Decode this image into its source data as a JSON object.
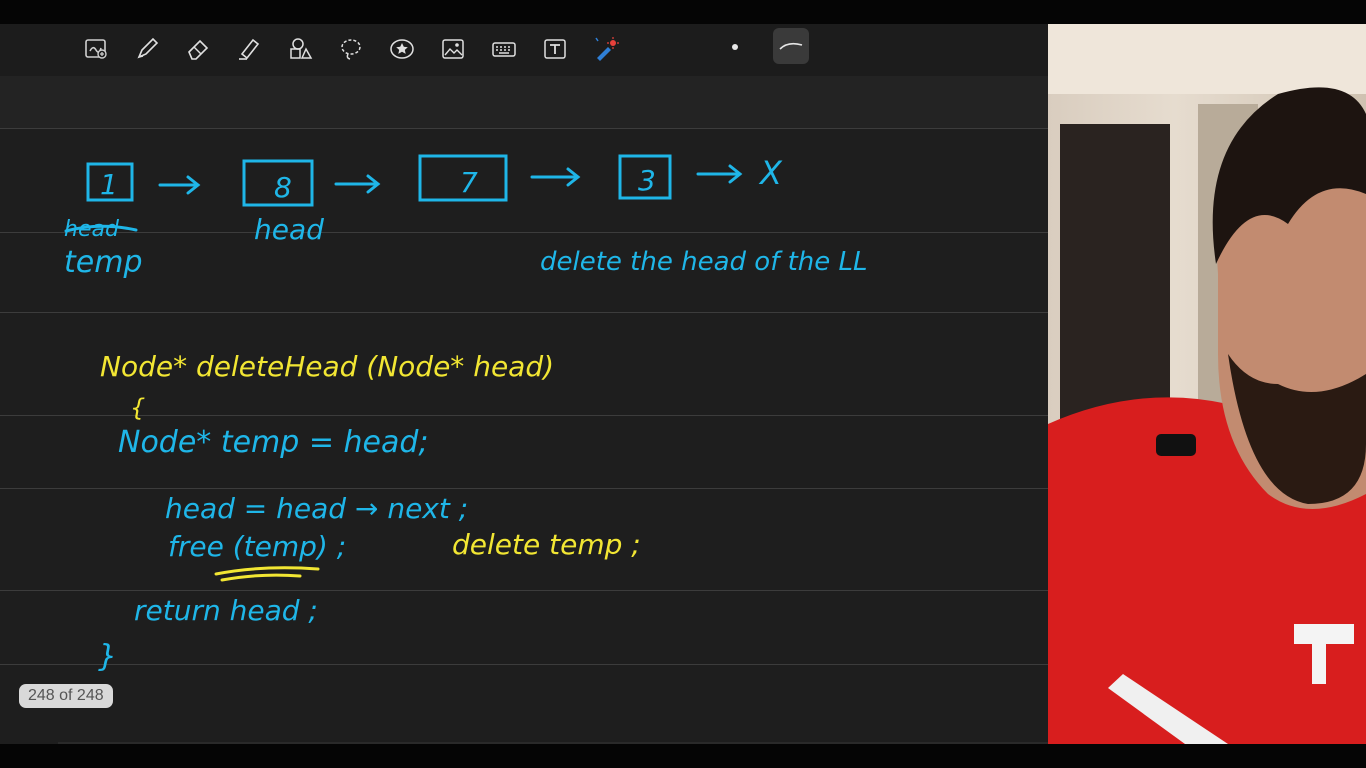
{
  "toolbar": {
    "tools": [
      {
        "icon": "notebook-add-icon"
      },
      {
        "icon": "pen-icon"
      },
      {
        "icon": "eraser-icon"
      },
      {
        "icon": "highlighter-icon"
      },
      {
        "icon": "shapes-icon"
      },
      {
        "icon": "lasso-icon"
      },
      {
        "icon": "star-sticker-icon"
      },
      {
        "icon": "image-icon"
      },
      {
        "icon": "keyboard-icon"
      },
      {
        "icon": "text-box-icon"
      },
      {
        "icon": "laser-pointer-icon"
      }
    ],
    "pen_size_icon": "dot-size-icon",
    "stroke_style_icon": "stroke-style-icon"
  },
  "notes": {
    "node_1": "1",
    "node_2": "8",
    "node_3": "7",
    "node_4": "3",
    "null_end": "X",
    "struck_label": "head",
    "temp_label": "temp",
    "head_label": "head",
    "caption": "delete the head of the LL",
    "code": {
      "signature": "Node* deleteHead (Node* head)",
      "open_brace": "{",
      "temp_line": "Node* temp = head;",
      "move_line": "head = head → next ;",
      "free_line": "free (temp) ;",
      "delete_line": "delete temp ;",
      "return_line": "return head ;",
      "close_brace": "}"
    }
  },
  "page_counter": "248 of 248",
  "colors": {
    "ink_blue": "#1fb6e8",
    "ink_yellow": "#f2e633",
    "paper": "#1e1e1e",
    "shirt": "#d81e1e"
  }
}
